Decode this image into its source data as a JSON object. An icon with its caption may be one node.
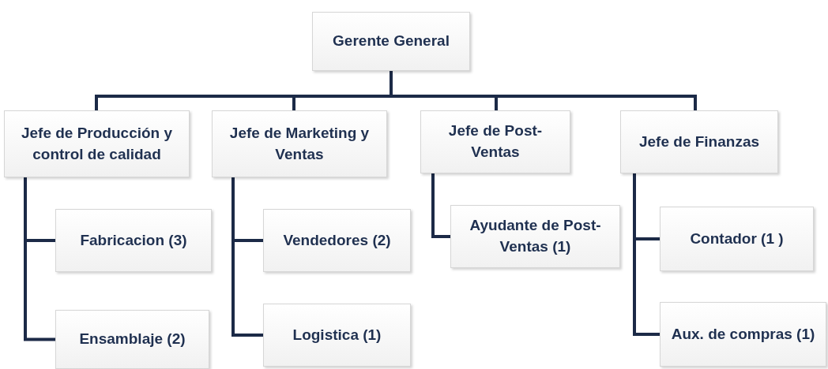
{
  "diagram": {
    "nodes": [
      {
        "text": [
          "Gerente General"
        ]
      },
      {
        "text": [
          "Jefe de Producción y control de calidad"
        ]
      },
      {
        "text": [
          "Jefe de Marketing y Ventas"
        ]
      },
      {
        "text": [
          "Jefe de Post-Ventas"
        ]
      },
      {
        "text": [
          "Jefe de Finanzas"
        ]
      },
      {
        "text": [
          "Fabricacion (3)"
        ]
      },
      {
        "text": [
          "Ensamblaje (2)"
        ]
      },
      {
        "text": [
          "Vendedores (2)"
        ]
      },
      {
        "text": [
          "Logistica (1)"
        ]
      },
      {
        "text": [
          "Ayudante de Post-Ventas (1)"
        ]
      },
      {
        "text": [
          "Contador (1 )"
        ]
      },
      {
        "text": [
          "Aux. de compras (1)"
        ]
      }
    ],
    "edges": [
      {
        "from": 0,
        "to": 1,
        "arrow": "none"
      },
      {
        "from": 0,
        "to": 2,
        "arrow": "none"
      },
      {
        "from": 0,
        "to": 3,
        "arrow": "none"
      },
      {
        "from": 0,
        "to": 4,
        "arrow": "none"
      },
      {
        "from": 1,
        "to": 5,
        "arrow": "none"
      },
      {
        "from": 1,
        "to": 6,
        "arrow": "none"
      },
      {
        "from": 2,
        "to": 7,
        "arrow": "none"
      },
      {
        "from": 2,
        "to": 8,
        "arrow": "none"
      },
      {
        "from": 3,
        "to": 9,
        "arrow": "none"
      },
      {
        "from": 4,
        "to": 10,
        "arrow": "none"
      },
      {
        "from": 4,
        "to": 11,
        "arrow": "none"
      }
    ]
  }
}
